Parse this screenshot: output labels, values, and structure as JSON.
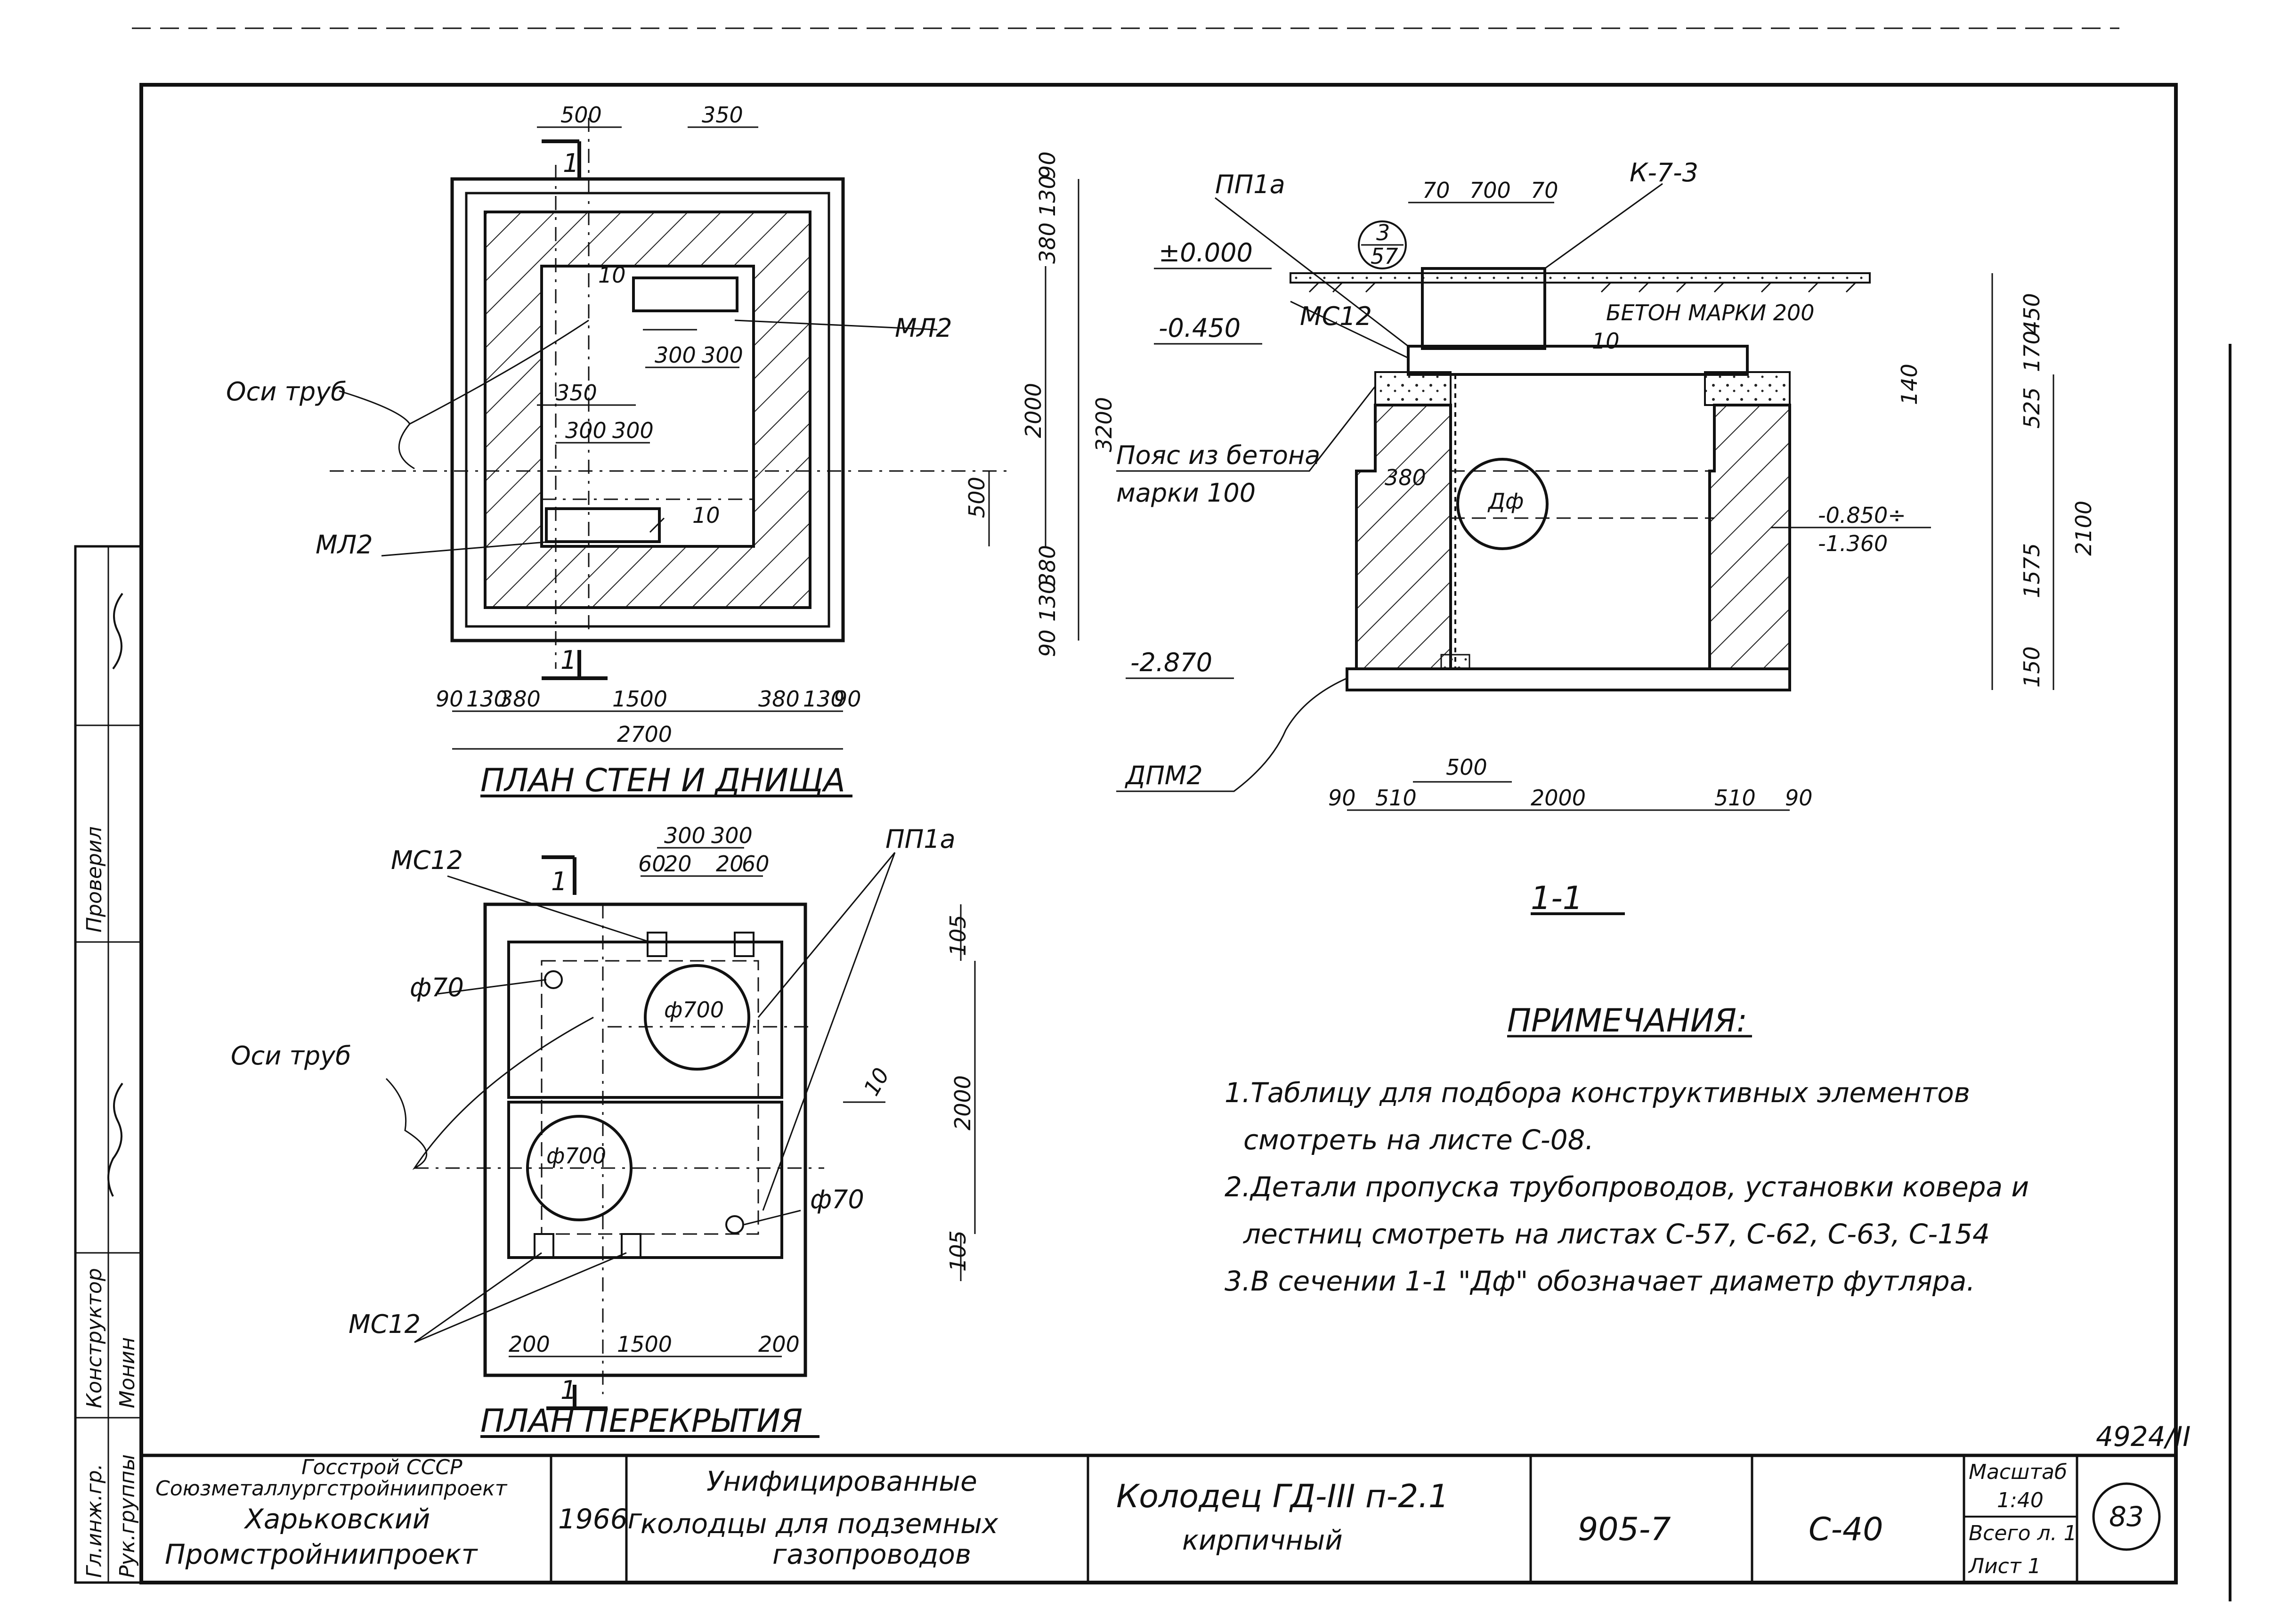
{
  "plan_walls": {
    "title": "ПЛАН СТЕН И ДНИЩА",
    "label_pipes": "Оси труб",
    "label_ml2_right": "МЛ2",
    "label_ml2_left": "МЛ2",
    "section_mark": "1",
    "dims": {
      "top_500": "500",
      "top_350": "350",
      "mid_350": "350",
      "mid_300a": "300",
      "mid_300b": "300",
      "up_300a": "300",
      "up_300b": "300",
      "d10a": "10",
      "d10b": "10",
      "right_380t": "380",
      "right_130t": "130",
      "right_90t": "90",
      "right_2000": "2000",
      "right_3200": "3200",
      "right_500": "500",
      "right_380b": "380",
      "right_130b": "130",
      "right_90b": "90",
      "bot_90l": "90",
      "bot_130l": "130",
      "bot_380l": "380",
      "bot_1500": "1500",
      "bot_380r": "380",
      "bot_130r": "130",
      "bot_90r": "90",
      "bot_2700": "2700"
    }
  },
  "plan_cover": {
    "title": "ПЛАН ПЕРЕКРЫТИЯ",
    "label_ms12_top": "МС12",
    "label_pp1a": "ПП1а",
    "label_phi70_left": "ф70",
    "label_phi70_right": "ф70",
    "label_pipes": "Оси труб",
    "label_ms12_bottom": "МС12",
    "hole_top": "ф700",
    "hole_bottom": "ф700",
    "section_mark": "1",
    "dims": {
      "top_300a": "300",
      "top_300b": "300",
      "s60a": "60",
      "s20a": "20",
      "s20b": "20",
      "s60b": "60",
      "right_105t": "105",
      "right_2000": "2000",
      "right_105b": "105",
      "d10": "10",
      "bot_200l": "200",
      "bot_1500": "1500",
      "bot_200r": "200"
    }
  },
  "section": {
    "title": "1-1",
    "label_pp1a": "ПП1а",
    "label_k73": "К-7-3",
    "label_lvl0": "±0.000",
    "label_lvl045": "-0.450",
    "label_ms12": "МС12",
    "label_concrete": "БЕТОН МАРКИ 200",
    "label_belt_1": "Пояс из бетона",
    "label_belt_2": "марки 100",
    "label_380": "380",
    "label_df": "Дф",
    "label_lvl085_1": "-0.850÷",
    "label_lvl085_2": "-1.360",
    "label_lvl287": "-2.870",
    "label_dpm2": "ДПМ2",
    "callout_num": "3",
    "callout_den": "57",
    "dims": {
      "top_70a": "70",
      "top_700": "700",
      "top_70b": "70",
      "r_450": "450",
      "r_170": "170",
      "r_140": "140",
      "r_525": "525",
      "r_2100": "2100",
      "r_1575": "1575",
      "r_150": "150",
      "l_10": "10",
      "b_500": "500",
      "b_90l": "90",
      "b_510l": "510",
      "b_2000": "2000",
      "b_510r": "510",
      "b_90r": "90"
    }
  },
  "notes": {
    "header": "ПРИМЕЧАНИЯ:",
    "line1": "1.Таблицу для подбора конструктивных элементов",
    "line2": "смотреть на листе С-08.",
    "line3": "2.Детали пропуска трубопроводов, установки ковера и",
    "line4": "лестниц смотреть на листах С-57, С-62, С-63, С-154",
    "line5": "3.В сечении 1-1 \"Дф\" обозначает диаметр футляра."
  },
  "side_stamp": {
    "role1": "Гл.инж.гр.",
    "role2": "Рук.группы",
    "name1": "Монин",
    "role3": "Конструктор",
    "role4": "Проверил"
  },
  "title_block": {
    "org1": "Госстрой СССР",
    "org2": "Союзметаллургстройниипроект",
    "org3": "Харьковский",
    "org4": "Промстройниипроект",
    "year": "1966г.",
    "subject1": "Унифицированные",
    "subject2": "колодцы для подземных",
    "subject3": "газопроводов",
    "name1": "Колодец ГД-III п-2.1",
    "name2": "кирпичный",
    "series": "905-7",
    "sheet": "С-40",
    "scale_label": "Масштаб",
    "scale_value": "1:40",
    "sheets_total": "Всего л. 1",
    "sheet_no": "Лист 1",
    "page": "83",
    "inv": "4924/II"
  }
}
